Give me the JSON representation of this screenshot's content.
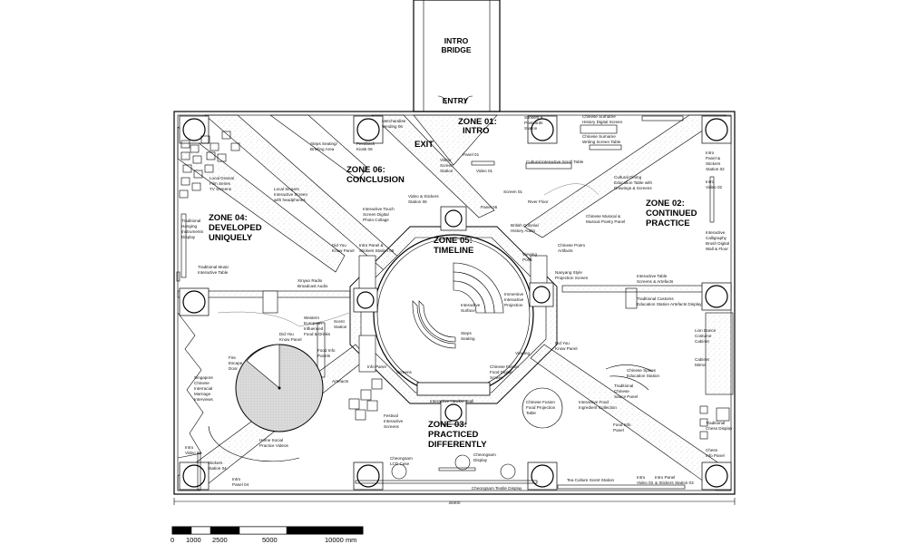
{
  "zones": {
    "intro_bridge": [
      "INTRO",
      "BRIDGE"
    ],
    "entry": "ENTRY",
    "exit": "EXIT",
    "zone01": [
      "ZONE 01:",
      "INTRO"
    ],
    "zone02": [
      "ZONE 02:",
      "CONTINUED",
      "PRACTICE"
    ],
    "zone03": [
      "ZONE 03:",
      "PRACTICED",
      "DIFFERENTLY"
    ],
    "zone04": [
      "ZONE 04:",
      "DEVELOPED",
      "UNIQUELY"
    ],
    "zone05": [
      "ZONE 05:",
      "TIMELINE"
    ],
    "zone06": [
      "ZONE 06:",
      "CONCLUSION"
    ]
  },
  "labels": {
    "merch": [
      "Merchandise",
      "Vending 06"
    ],
    "stickers_postcards": [
      "Stickers &",
      "Postcards",
      "Station"
    ],
    "surname_screen": [
      "Chinese Surname",
      "History Digital Screen"
    ],
    "surname_table": [
      "Chinese Surname",
      "Writing Screen Table"
    ],
    "feedback": [
      "Feedback",
      "Kiosk 06"
    ],
    "steps_seating": [
      "Steps Seating/",
      "Briefing Area"
    ],
    "panel01": "Panel 01",
    "video01": "Video 01",
    "visitor_screen": [
      "Visitor",
      "Screen",
      "Station"
    ],
    "scroll_table": "Cultural Interactive Scroll Table",
    "local_drama": [
      "Local Drama/",
      "Film Series",
      "TV Screens"
    ],
    "local_singers": [
      "Local Singers",
      "Interactive Screen",
      "with headphones"
    ],
    "video_stickers06": [
      "Video & Stickers",
      "Station 06"
    ],
    "screen01": "Screen 01",
    "river_floor": "River Floor",
    "cultural_dining": [
      "Cultural Dining",
      "Education Table with",
      "Drawings & Screens"
    ],
    "touch_screen": [
      "Interactive Touch",
      "Screen Digital",
      "Photo Collage"
    ],
    "panel06": "Panel 06",
    "british_audio": [
      "British Colonial",
      "History Audio"
    ],
    "musical_panel": [
      "Chinese Musical &",
      "Musical Poetry Panel"
    ],
    "intro_panel02": [
      "Intro",
      "Panel &",
      "Stickers",
      "Station 02"
    ],
    "intro_video02": [
      "Intro",
      "Video 02"
    ],
    "trad_hanging": [
      "Traditional",
      "Hanging",
      "Instruments",
      "Display"
    ],
    "did_you_know": [
      "Did You",
      "Know Panel"
    ],
    "intro_panel_stickers06": [
      "Intro Panel &",
      "Stickers Station 06"
    ],
    "chinese_poem": [
      "Chinese Poem",
      "Artifacts"
    ],
    "viewing_ports": [
      "Viewing",
      "Ports"
    ],
    "trad_music": [
      "Traditional Music",
      "Interactive Table"
    ],
    "xinyao": [
      "Xinyao Radio",
      "Broadcast Audio"
    ],
    "nanyang": [
      "Nanyang Style",
      "Projection Screen"
    ],
    "calligraphy": [
      "Interactive",
      "Calligraphy",
      "Brush Digital",
      "Wall & Floor"
    ],
    "interactive_table02": [
      "Interactive Table",
      "Screens & Artefacts"
    ],
    "trad_customs": [
      "Traditional Customs",
      "Education Station Artefacts Display"
    ],
    "immersive": [
      "Immersive",
      "Interactive",
      "Projection"
    ],
    "interactive_surface": [
      "Interactive",
      "Surface"
    ],
    "steps_seating05": [
      "Steps",
      "Seating"
    ],
    "western_food": [
      "Western",
      "European",
      "Influenced",
      "Food & Drinks"
    ],
    "scent_station": [
      "Scent",
      "Station"
    ],
    "lion_dance": [
      "Lion Dance",
      "Costume",
      "Cabinet"
    ],
    "did_you_know_food": [
      "Did You",
      "Know Panel"
    ],
    "food_info": [
      "Food Info",
      "Panels"
    ],
    "fire_escape": [
      "Fire",
      "Escape",
      "Door"
    ],
    "viewing03": "Viewing",
    "did_you_know03": [
      "Did You",
      "Know Panel"
    ],
    "cabinet_mirror": [
      "Cabinet",
      "Mirror"
    ],
    "info_panel": "Info Panel",
    "screens": [
      "Screens"
    ],
    "spices": [
      "Chinese Spices",
      "Education Station"
    ],
    "singapore_marriage": [
      "Singapore",
      "Chinese",
      "Interracial",
      "Marriage",
      "Interviews"
    ],
    "artefacts": "Artefacts",
    "fusion_screen": [
      "Chinese Fusion",
      "Food Digital",
      "Screen"
    ],
    "trad_sauce": [
      "Traditional",
      "Chinese",
      "Sauce Panel"
    ],
    "hawker_stall": "Interactive Hawker Stall",
    "fusion_table": [
      "Chinese Fusion",
      "Food Projection",
      "Table"
    ],
    "festival": [
      "Festival",
      "Interactive",
      "Screens"
    ],
    "ingredient_collection": [
      "Interactive Food",
      "Ingredient Collection"
    ],
    "food_info_panel": [
      "Food Info",
      "Panel"
    ],
    "trad_chess": [
      "Traditional",
      "Chess Display"
    ],
    "home_social": [
      "Home Social",
      "Practice Videos"
    ],
    "intro_video04": [
      "Intro",
      "Video 04"
    ],
    "chess_info": [
      "Chess",
      "Info Panel"
    ],
    "stickers_station04": [
      "Stickers",
      "Station 04"
    ],
    "intro_panel04": [
      "Intro",
      "Panel 04"
    ],
    "cheongsam_lcd": [
      "Cheongsam",
      "LCD Case"
    ],
    "cheongsam_display": [
      "Cheongsam",
      "Display"
    ],
    "tea_culture": "Tea Culture Scent Station",
    "intro_video03": [
      "Intro",
      "Video 03"
    ],
    "intro_panel03": [
      "Intro Panel",
      "& Stickers Station 03"
    ],
    "cheongsam_textile": "Cheongsam Textile Display"
  },
  "dimension": "28400",
  "scale_bar": {
    "ticks": [
      "0",
      "1000",
      "2500",
      "5000",
      "10000 mm"
    ]
  }
}
